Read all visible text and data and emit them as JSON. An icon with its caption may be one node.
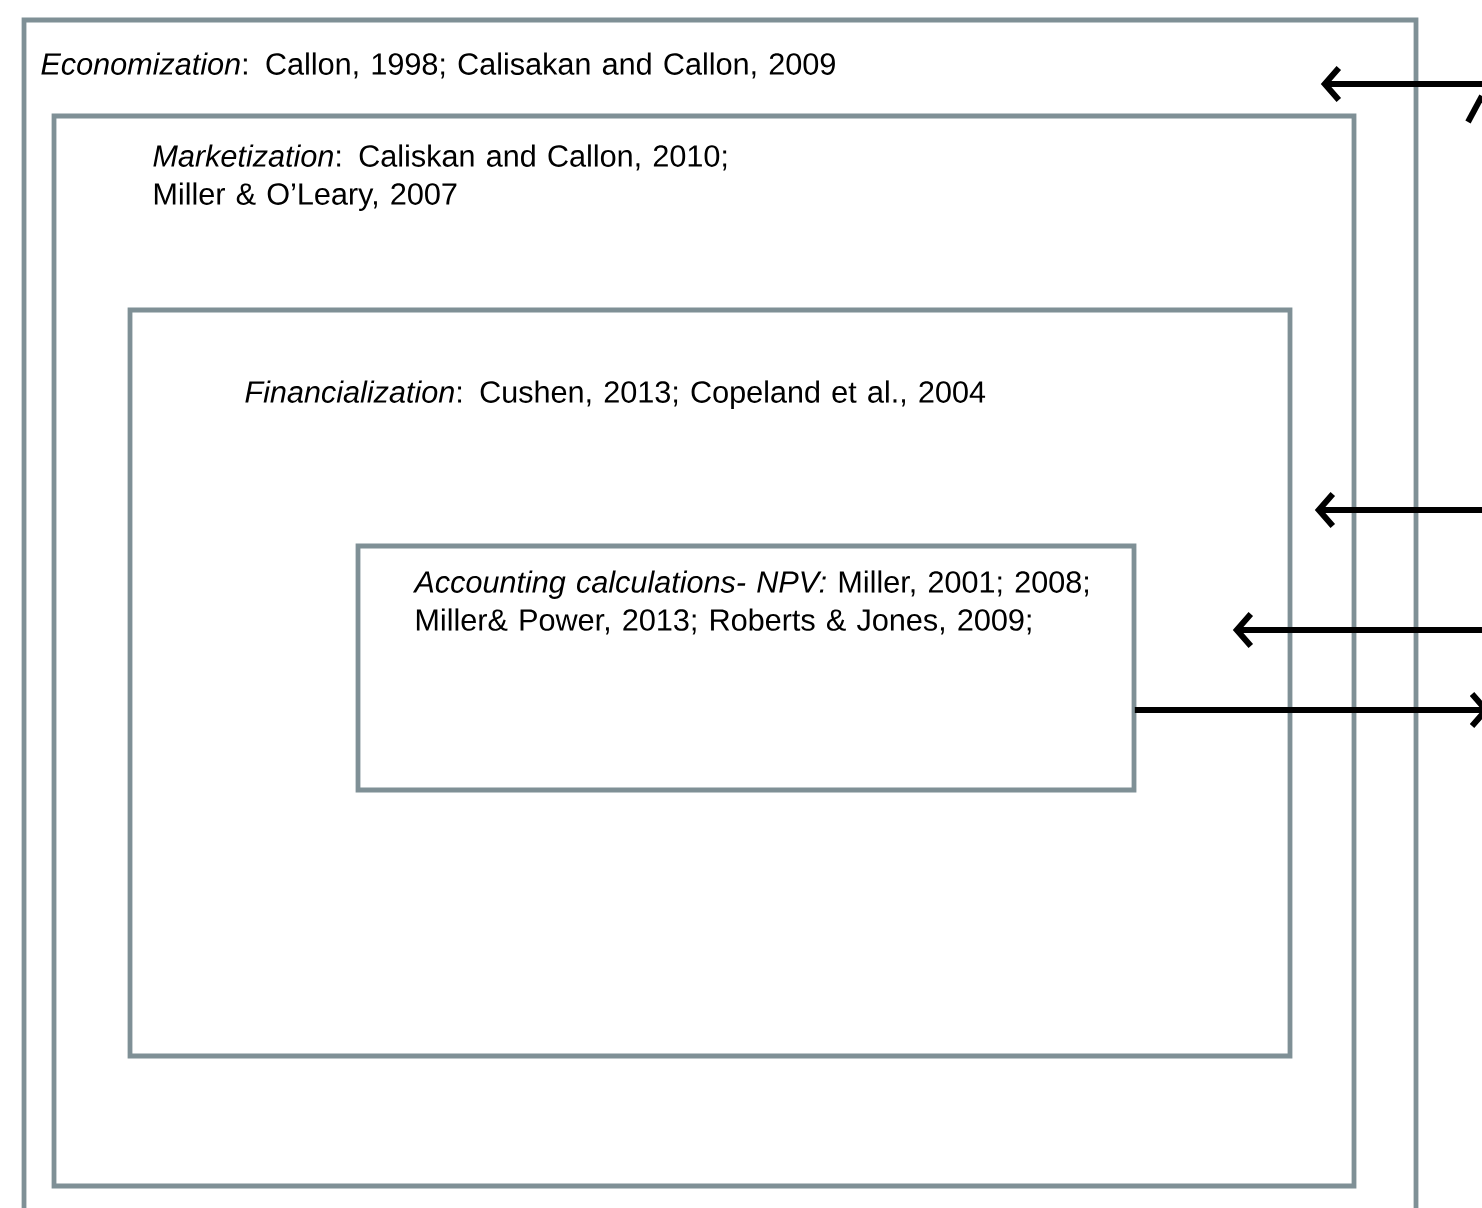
{
  "diagram": {
    "nodes": [
      {
        "text": [
          "*Economization*: Callon, 1998; Calisakan and Callon, 2009"
        ]
      },
      {
        "text": [
          "*Marketization*: Caliskan and Callon, 2010; Miller & O’Leary, 2007"
        ],
        "in": 0
      },
      {
        "text": [
          "*Financialization*: Cushen, 2013; Copeland et al., 2004"
        ],
        "in": 1
      },
      {
        "text": [
          "*Accounting calculations- NPV:* Miller, 2001; 2008; Miller& Power, 2013; Roberts & Jones, 2009;"
        ],
        "in": 2
      }
    ],
    "edges": [
      {
        "from": null,
        "to": 0,
        "arrow": "to"
      },
      {
        "from": null,
        "to": 1,
        "arrow": "to"
      },
      {
        "from": null,
        "to": 2,
        "arrow": "to"
      },
      {
        "from": 3,
        "to": null,
        "arrow": "to"
      }
    ]
  }
}
